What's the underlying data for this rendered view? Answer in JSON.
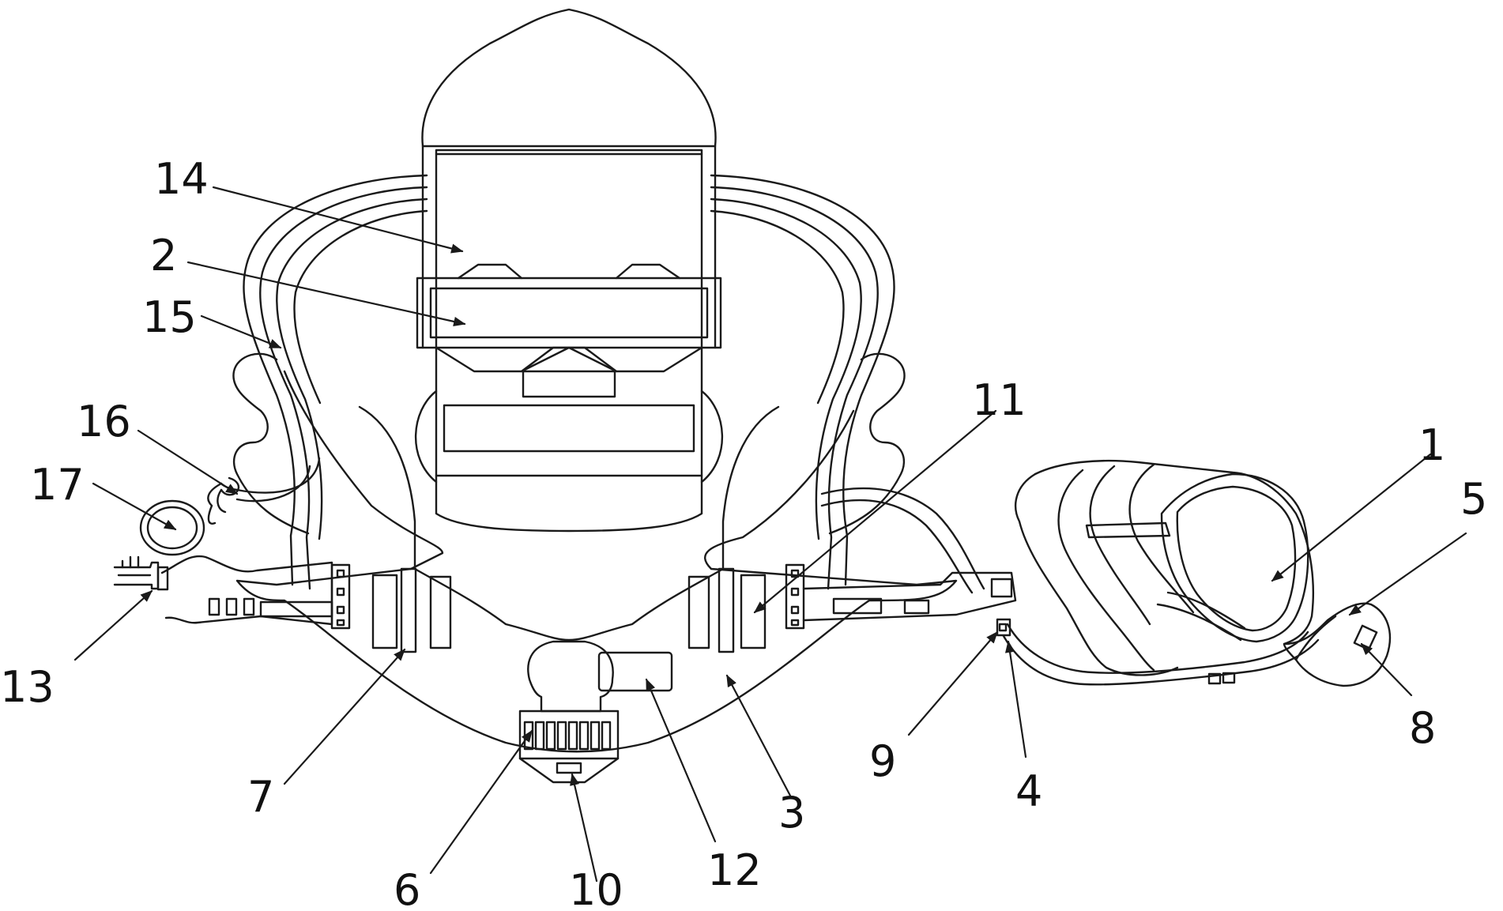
{
  "figure": {
    "labels": {
      "n1": "1",
      "n2": "2",
      "n3": "3",
      "n4": "4",
      "n5": "5",
      "n6": "6",
      "n7": "7",
      "n8": "8",
      "n9": "9",
      "n10": "10",
      "n11": "11",
      "n12": "12",
      "n13": "13",
      "n14": "14",
      "n15": "15",
      "n16": "16",
      "n17": "17"
    }
  }
}
